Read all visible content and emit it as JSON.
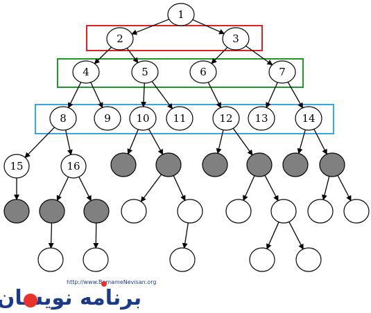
{
  "diagram": {
    "colors": {
      "edge": "#000000",
      "node_stroke": "#000000",
      "node_fill": "#ffffff",
      "node_filled": "#808080",
      "box_red": "#e02020",
      "box_green": "#1a9a2a",
      "box_blue": "#36a8e0"
    },
    "nodes": [
      {
        "id": "n1",
        "label": "1",
        "filled": false
      },
      {
        "id": "n2",
        "label": "2",
        "filled": false
      },
      {
        "id": "n3",
        "label": "3",
        "filled": false
      },
      {
        "id": "n4",
        "label": "4",
        "filled": false
      },
      {
        "id": "n5",
        "label": "5",
        "filled": false
      },
      {
        "id": "n6",
        "label": "6",
        "filled": false
      },
      {
        "id": "n7",
        "label": "7",
        "filled": false
      },
      {
        "id": "n8",
        "label": "8",
        "filled": false
      },
      {
        "id": "n9",
        "label": "9",
        "filled": false
      },
      {
        "id": "n10",
        "label": "10",
        "filled": false
      },
      {
        "id": "n11",
        "label": "11",
        "filled": false
      },
      {
        "id": "n12",
        "label": "12",
        "filled": false
      },
      {
        "id": "n13",
        "label": "13",
        "filled": false
      },
      {
        "id": "n14",
        "label": "14",
        "filled": false
      },
      {
        "id": "n15",
        "label": "15",
        "filled": false
      },
      {
        "id": "n16",
        "label": "16",
        "filled": false
      },
      {
        "id": "g10a",
        "label": "",
        "filled": true
      },
      {
        "id": "g10b",
        "label": "",
        "filled": true
      },
      {
        "id": "g12a",
        "label": "",
        "filled": true
      },
      {
        "id": "g12b",
        "label": "",
        "filled": true
      },
      {
        "id": "g14a",
        "label": "",
        "filled": true
      },
      {
        "id": "g14b",
        "label": "",
        "filled": true
      },
      {
        "id": "g15",
        "label": "",
        "filled": true
      },
      {
        "id": "g16a",
        "label": "",
        "filled": true
      },
      {
        "id": "g16b",
        "label": "",
        "filled": true
      },
      {
        "id": "w16a",
        "label": "",
        "filled": false
      },
      {
        "id": "w16b",
        "label": "",
        "filled": false
      },
      {
        "id": "w10a",
        "label": "",
        "filled": false
      },
      {
        "id": "w10b",
        "label": "",
        "filled": false
      },
      {
        "id": "w10c",
        "label": "",
        "filled": false
      },
      {
        "id": "w12a",
        "label": "",
        "filled": false
      },
      {
        "id": "w12b",
        "label": "",
        "filled": false
      },
      {
        "id": "w12c",
        "label": "",
        "filled": false
      },
      {
        "id": "w12d",
        "label": "",
        "filled": false
      },
      {
        "id": "w14a",
        "label": "",
        "filled": false
      },
      {
        "id": "w14b",
        "label": "",
        "filled": false
      }
    ],
    "edges": [
      [
        "n1",
        "n2"
      ],
      [
        "n1",
        "n3"
      ],
      [
        "n2",
        "n4"
      ],
      [
        "n2",
        "n5"
      ],
      [
        "n3",
        "n6"
      ],
      [
        "n3",
        "n7"
      ],
      [
        "n4",
        "n8"
      ],
      [
        "n4",
        "n9"
      ],
      [
        "n5",
        "n10"
      ],
      [
        "n5",
        "n11"
      ],
      [
        "n6",
        "n12"
      ],
      [
        "n7",
        "n13"
      ],
      [
        "n7",
        "n14"
      ],
      [
        "n8",
        "n15"
      ],
      [
        "n8",
        "n16"
      ],
      [
        "n10",
        "g10a"
      ],
      [
        "n10",
        "g10b"
      ],
      [
        "n12",
        "g12a"
      ],
      [
        "n12",
        "g12b"
      ],
      [
        "n14",
        "g14a"
      ],
      [
        "n14",
        "g14b"
      ],
      [
        "n15",
        "g15"
      ],
      [
        "n16",
        "g16a"
      ],
      [
        "n16",
        "g16b"
      ],
      [
        "g10b",
        "w10a"
      ],
      [
        "g10b",
        "w10b"
      ],
      [
        "g12b",
        "w12a"
      ],
      [
        "g12b",
        "w12b"
      ],
      [
        "g14b",
        "w14a"
      ],
      [
        "g14b",
        "w14b"
      ],
      [
        "g16a",
        "w16a"
      ],
      [
        "g16b",
        "w16b"
      ],
      [
        "w10b",
        "w10c"
      ],
      [
        "w12b",
        "w12c"
      ],
      [
        "w12b",
        "w12d"
      ]
    ],
    "level_boxes": [
      {
        "name": "level-box-red",
        "color_key": "box_red"
      },
      {
        "name": "level-box-green",
        "color_key": "box_green"
      },
      {
        "name": "level-box-blue",
        "color_key": "box_blue"
      }
    ]
  },
  "watermark": {
    "url": "http://www.BamameNevisan.org",
    "logo_text": "برنامه نویسان"
  }
}
